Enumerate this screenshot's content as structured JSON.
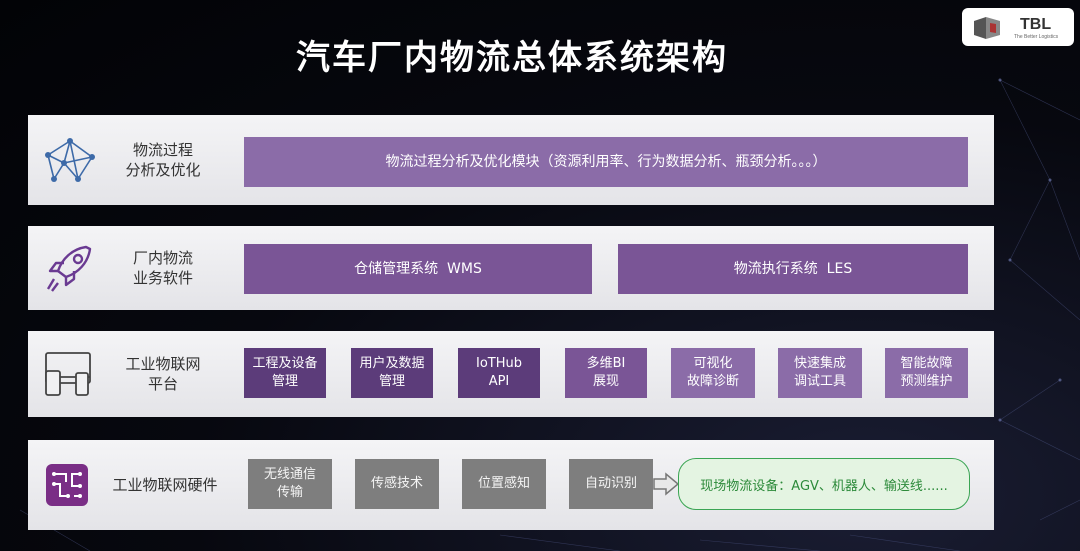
{
  "title": "汽车厂内物流总体系统架构",
  "logo": {
    "brand": "TBL",
    "tagline": "The Better Logistics"
  },
  "rows": [
    {
      "label_line1": "物流过程",
      "label_line2": "分析及优化",
      "icon": "network-icon",
      "boxes": [
        {
          "text": "物流过程分析及优化模块（资源利用率、行为数据分析、瓶颈分析。。。）"
        }
      ]
    },
    {
      "label_line1": "厂内物流",
      "label_line2": "业务软件",
      "icon": "rocket-icon",
      "boxes": [
        {
          "text": "仓储管理系统  WMS"
        },
        {
          "text": "物流执行系统  LES"
        }
      ]
    },
    {
      "label_line1": "工业物联网",
      "label_line2": "平台",
      "icon": "devices-icon",
      "boxes": [
        {
          "line1": "工程及设备",
          "line2": "管理"
        },
        {
          "line1": "用户及数据",
          "line2": "管理"
        },
        {
          "line1": "IoTHub",
          "line2": "API"
        },
        {
          "line1": "多维BI",
          "line2": "展现"
        },
        {
          "line1": "可视化",
          "line2": "故障诊断"
        },
        {
          "line1": "快速集成",
          "line2": "调试工具"
        },
        {
          "line1": "智能故障",
          "line2": "预测维护"
        }
      ]
    },
    {
      "label_line1": "工业物联网硬件",
      "icon": "chip-icon",
      "boxes": [
        {
          "line1": "无线通信",
          "line2": "传输"
        },
        {
          "line1": "传感技术"
        },
        {
          "line1": "位置感知"
        },
        {
          "line1": "自动识别"
        }
      ],
      "equipment": "现场物流设备：AGV、机器人、输送线......"
    }
  ]
}
